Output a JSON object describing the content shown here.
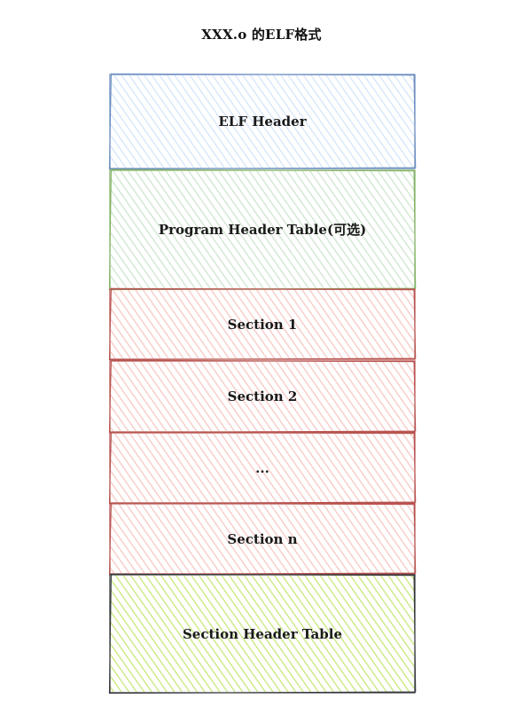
{
  "title": "XXX.o 的ELF格式",
  "blocks": [
    {
      "label": "ELF Header",
      "stroke": "#6c8ebf",
      "fill": "#dae8fc"
    },
    {
      "label": "Program Header Table(可选)",
      "stroke": "#82b366",
      "fill": "#d5e8d4"
    },
    {
      "label": "Section 1",
      "stroke": "#b85450",
      "fill": "#f8cecc"
    },
    {
      "label": "Section 2",
      "stroke": "#b85450",
      "fill": "#f8cecc"
    },
    {
      "label": "...",
      "stroke": "#b85450",
      "fill": "#f8cecc"
    },
    {
      "label": "Section n",
      "stroke": "#b85450",
      "fill": "#f8cecc"
    },
    {
      "label": "Section Header Table",
      "stroke": "#36393d",
      "fill": "#cdeb8b"
    }
  ]
}
